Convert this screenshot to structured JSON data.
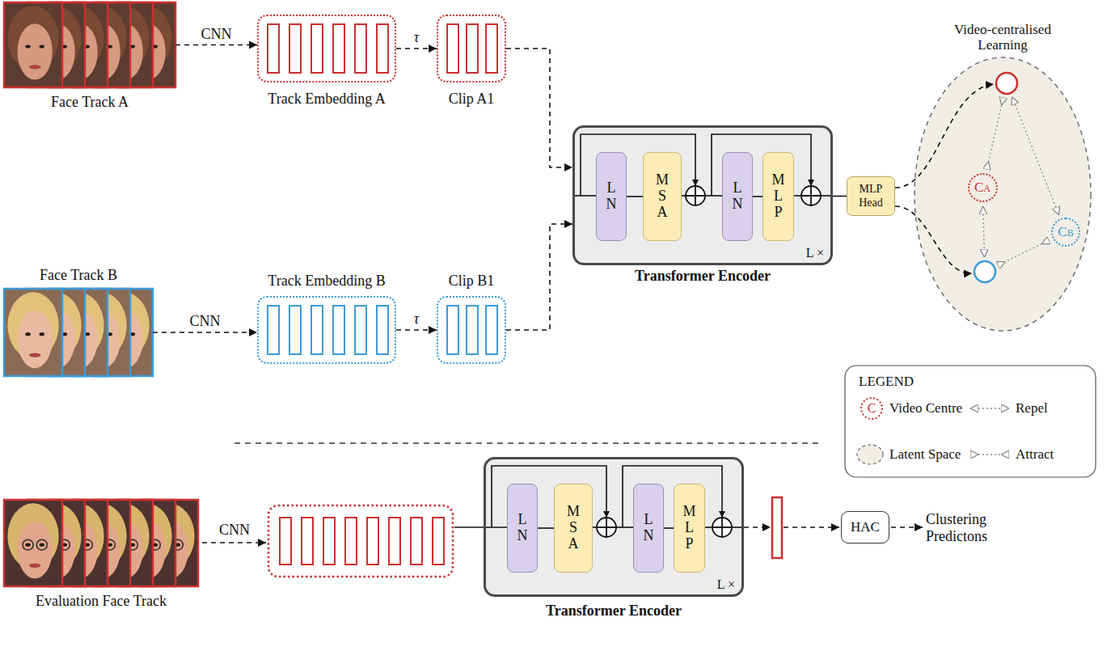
{
  "diagram": {
    "nodes": [
      {
        "text": [
          "Face Track A"
        ]
      },
      {
        "text": [
          "Track Embedding A"
        ]
      },
      {
        "text": [
          "Clip A1"
        ]
      },
      {
        "text": [
          "Face Track B"
        ]
      },
      {
        "text": [
          "Track Embedding B"
        ]
      },
      {
        "text": [
          "Clip B1"
        ]
      },
      {
        "text": [
          "Transformer Encoder",
          "L ×"
        ]
      },
      {
        "text": [
          "LN"
        ],
        "in": 6
      },
      {
        "text": [
          "MSA"
        ],
        "in": 6
      },
      {
        "text": [
          "LN"
        ],
        "in": 6
      },
      {
        "text": [
          "MLP"
        ],
        "in": 6
      },
      {
        "text": [
          "MLP Head"
        ]
      },
      {
        "text": [
          "Video-centralised Learning"
        ]
      },
      {
        "text": [
          "CA"
        ],
        "in": 12
      },
      {
        "text": [
          "CB"
        ],
        "in": 12
      },
      {
        "text": [
          "Evaluation Face Track"
        ]
      },
      {
        "text": [
          "Transformer Encoder",
          "L ×"
        ]
      },
      {
        "text": [
          "LN"
        ],
        "in": 16
      },
      {
        "text": [
          "MSA"
        ],
        "in": 16
      },
      {
        "text": [
          "LN"
        ],
        "in": 16
      },
      {
        "text": [
          "MLP"
        ],
        "in": 16
      },
      {
        "text": [
          "HAC"
        ]
      }
    ],
    "edges": [
      {
        "from": 0,
        "to": 1,
        "label": "CNN",
        "arrow": "to"
      },
      {
        "from": 1,
        "to": 2,
        "label": "τ",
        "arrow": "to"
      },
      {
        "from": 2,
        "to": 6,
        "arrow": "to"
      },
      {
        "from": 3,
        "to": 4,
        "label": "CNN",
        "arrow": "to"
      },
      {
        "from": 4,
        "to": 5,
        "label": "τ",
        "arrow": "to"
      },
      {
        "from": 5,
        "to": 6,
        "arrow": "to"
      },
      {
        "from": 7,
        "to": 8,
        "arrow": "none"
      },
      {
        "from": 9,
        "to": 10,
        "arrow": "none"
      },
      {
        "from": 6,
        "to": 11,
        "arrow": "none"
      },
      {
        "from": 17,
        "to": 18,
        "arrow": "none"
      },
      {
        "from": 19,
        "to": 20,
        "arrow": "none"
      }
    ],
    "labels": [
      "LEGEND",
      "C",
      "CNN",
      "Clustering Predictons"
    ],
    "legend": [
      {
        "text": "Video Centre"
      },
      {
        "text": "Repel"
      },
      {
        "text": "Latent Space"
      },
      {
        "text": "Attract"
      }
    ]
  }
}
